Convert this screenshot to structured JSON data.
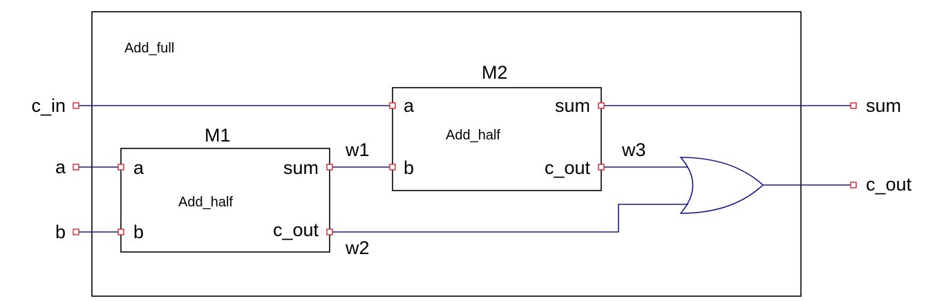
{
  "module": {
    "name": "Add_full"
  },
  "external_ports": {
    "c_in": "c_in",
    "a": "a",
    "b": "b",
    "sum": "sum",
    "c_out": "c_out"
  },
  "instances": {
    "m1": {
      "name": "M1",
      "type": "Add_half",
      "ports": {
        "a": "a",
        "b": "b",
        "sum": "sum",
        "c_out": "c_out"
      }
    },
    "m2": {
      "name": "M2",
      "type": "Add_half",
      "ports": {
        "a": "a",
        "b": "b",
        "sum": "sum",
        "c_out": "c_out"
      }
    }
  },
  "wires": {
    "w1": "w1",
    "w2": "w2",
    "w3": "w3"
  },
  "colors": {
    "wire": "#1a1a8c",
    "port": "#e0202a",
    "outline": "#000000"
  },
  "gates": [
    {
      "type": "OR",
      "icon": "or-gate-icon"
    }
  ]
}
